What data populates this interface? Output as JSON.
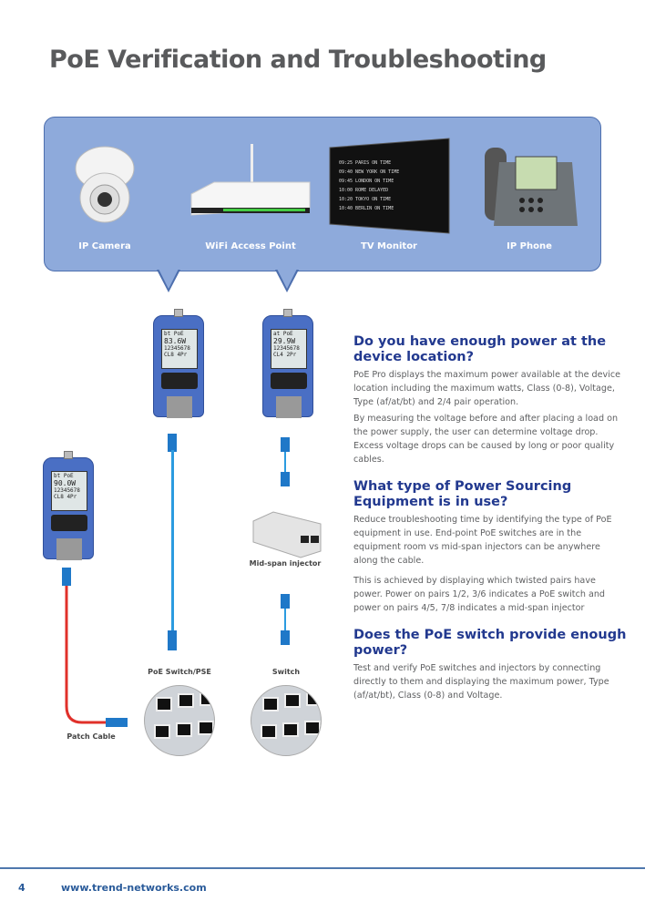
{
  "title": "PoE Verification and Troubleshooting",
  "colors": {
    "panel": "#8eaadb",
    "heading": "#22398f",
    "footer": "#2a5b9a",
    "patch_cable": "#e0302a",
    "ethernet_cable": "#2b9be0"
  },
  "devices": [
    {
      "label": "IP Camera",
      "icon": "ip-camera-icon"
    },
    {
      "label": "WiFi Access Point",
      "icon": "wifi-router-icon"
    },
    {
      "label": "TV Monitor",
      "icon": "tv-monitor-icon"
    },
    {
      "label": "IP Phone",
      "icon": "ip-phone-icon"
    }
  ],
  "testers": [
    {
      "line1": "bt     PoE",
      "power": "83.6W",
      "pairs": "12345678",
      "status": "CL8 4Pr"
    },
    {
      "line1": "at     PoE",
      "power": "29.9W",
      "pairs": "12345678",
      "status": "CL4 2Pr"
    },
    {
      "line1": "bt     PoE",
      "power": "90.0W",
      "pairs": "12345678",
      "status": "CL8 4Pr"
    }
  ],
  "captions": {
    "injector": "Mid-span injector",
    "poe_switch": "PoE Switch/PSE",
    "switch": "Switch",
    "patch_cable": "Patch Cable"
  },
  "sections": [
    {
      "heading": "Do you have enough power at the device location?",
      "paragraphs": [
        "PoE Pro displays the maximum power available at the device location including the maximum watts, Class (0-8), Voltage, Type (af/at/bt) and 2/4 pair operation.",
        "By measuring the voltage before and after placing a load on the power supply, the user can determine voltage drop. Excess voltage drops can be caused by long or poor quality cables."
      ]
    },
    {
      "heading": "What type of Power Sourcing Equipment is in use?",
      "paragraphs": [
        "Reduce troubleshooting time by identifying the type of PoE equipment in use. End-point PoE switches are in the equipment room vs mid-span injectors can be anywhere along the cable.",
        "This is achieved by displaying which twisted pairs have power. Power on pairs 1/2, 3/6 indicates a PoE switch and power on pairs 4/5, 7/8 indicates a mid-span injector"
      ]
    },
    {
      "heading": "Does the PoE switch provide enough power?",
      "paragraphs": [
        "Test and verify PoE switches and injectors by connecting directly to them and displaying the maximum power, Type (af/at/bt), Class (0-8) and Voltage."
      ]
    }
  ],
  "footer": {
    "page": "4",
    "url": "www.trend-networks.com"
  }
}
